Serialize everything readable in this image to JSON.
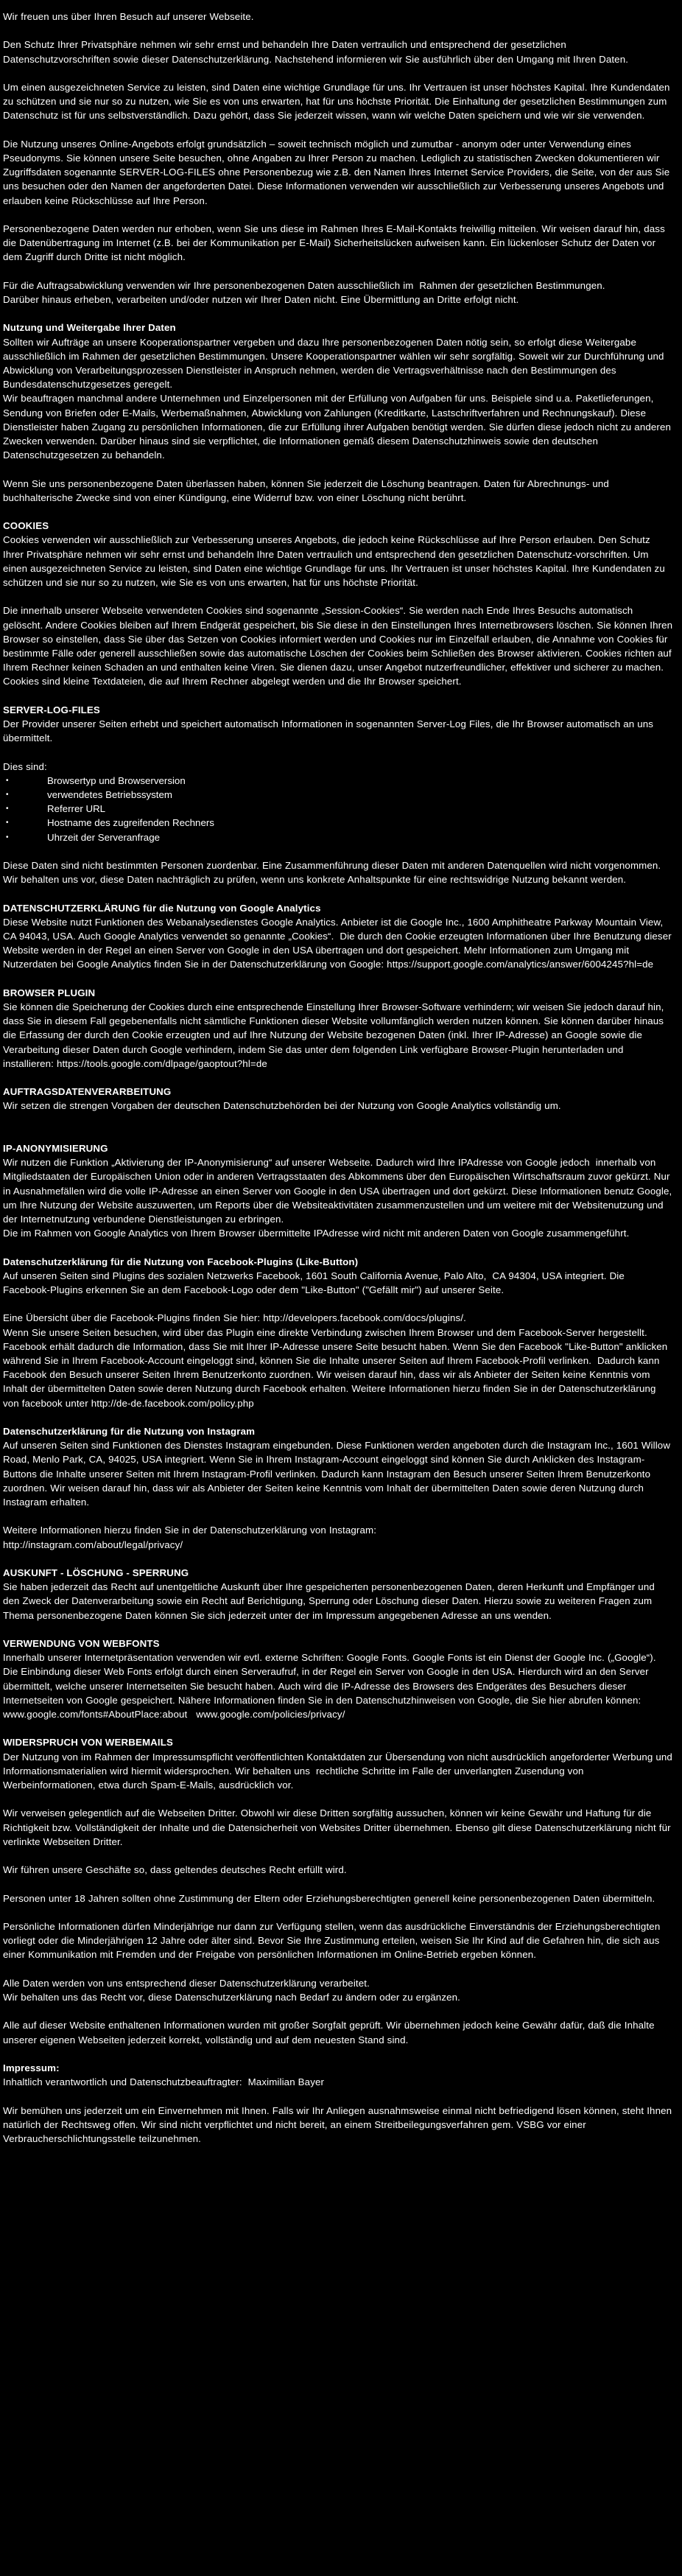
{
  "document": {
    "background_color": "#000000",
    "text_color": "#ffffff",
    "language": "de",
    "title": "Datenschutzerklärung"
  },
  "blocks": [
    {
      "type": "para",
      "name": "intro-welcome",
      "text": "Wir freuen uns über Ihren Besuch auf unserer Webseite."
    },
    {
      "type": "spacer",
      "name": "spacer"
    },
    {
      "type": "para",
      "name": "privacy-intro",
      "text": "Den Schutz Ihrer Privatsphäre nehmen wir sehr ernst und behandeln Ihre Daten vertraulich und entsprechend der gesetzlichen Datenschutzvorschriften sowie dieser Datenschutzerklärung. Nachstehend informieren wir Sie ausführlich über den Umgang mit Ihren Daten."
    },
    {
      "type": "spacer",
      "name": "spacer"
    },
    {
      "type": "para",
      "name": "service-trust",
      "text": "Um einen ausgezeichneten Service zu leisten, sind Daten eine wichtige Grundlage für uns. Ihr Vertrauen ist unser höchstes Kapital. Ihre Kundendaten zu schützen und sie nur so zu nutzen, wie Sie es von uns erwarten, hat für uns höchste Priorität. Die Einhaltung der gesetzlichen Bestimmungen zum Datenschutz ist für uns selbstverständlich. Dazu gehört, dass Sie jederzeit wissen, wann wir welche Daten speichern und wie wir sie verwenden."
    },
    {
      "type": "spacer",
      "name": "spacer"
    },
    {
      "type": "para",
      "name": "anonymous-usage",
      "text": "Die Nutzung unseres Online-Angebots erfolgt grundsätzlich – soweit technisch möglich und zumutbar - anonym oder unter Verwendung eines Pseudonyms. Sie können unsere Seite besuchen, ohne Angaben zu Ihrer Person zu machen. Lediglich zu statistischen Zwecken dokumentieren wir Zugriffsdaten sogenannte SERVER-LOG-FILES ohne Personenbezug wie z.B. den Namen Ihres Internet Service Providers, die Seite, von der aus Sie uns besuchen oder den Namen der angeforderten Datei. Diese Informationen verwenden wir ausschließlich zur Verbesserung unseres Angebots und erlauben keine Rückschlüsse auf Ihre Person."
    },
    {
      "type": "spacer",
      "name": "spacer"
    },
    {
      "type": "para",
      "name": "personal-data-collection",
      "text": "Personenbezogene Daten werden nur erhoben, wenn Sie uns diese im Rahmen Ihres E-Mail-Kontakts freiwillig mitteilen. Wir weisen darauf hin, dass die Datenübertragung im Internet (z.B. bei der Kommunikation per E-Mail) Sicherheitslücken aufweisen kann. Ein lückenloser Schutz der Daten vor dem Zugriff durch Dritte ist nicht möglich."
    },
    {
      "type": "spacer",
      "name": "spacer"
    },
    {
      "type": "para",
      "name": "order-processing",
      "text": "Für die Auftragsabwicklung verwenden wir Ihre personenbezogenen Daten ausschließlich im  Rahmen der gesetzlichen Bestimmungen.\nDarüber hinaus erheben, verarbeiten und/oder nutzen wir Ihrer Daten nicht. Eine Übermittlung an Dritte erfolgt nicht."
    },
    {
      "type": "spacer",
      "name": "spacer"
    },
    {
      "type": "heading",
      "name": "heading-nutzung-weitergabe",
      "text": "Nutzung und Weitergabe Ihrer Daten"
    },
    {
      "type": "para",
      "name": "cooperation-partners",
      "text": "Sollten wir Aufträge an unsere Kooperationspartner vergeben und dazu Ihre personenbezogenen Daten nötig sein, so erfolgt diese Weitergabe ausschließlich im Rahmen der gesetzlichen Bestimmungen. Unsere Kooperationspartner wählen wir sehr sorgfältig. Soweit wir zur Durchführung und Abwicklung von Verarbeitungsprozessen Dienstleister in Anspruch nehmen, werden die Vertragsverhältnisse nach den Bestimmungen des Bundesdatenschutzgesetzes geregelt.\nWir beauftragen manchmal andere Unternehmen und Einzelpersonen mit der Erfüllung von Aufgaben für uns. Beispiele sind u.a. Paketlieferungen, Sendung von Briefen oder E-Mails, Werbemaßnahmen, Abwicklung von Zahlungen (Kreditkarte, Lastschriftverfahren und Rechnungskauf). Diese Dienstleister haben Zugang zu persönlichen Informationen, die zur Erfüllung ihrer Aufgaben benötigt werden. Sie dürfen diese jedoch nicht zu anderen Zwecken verwenden. Darüber hinaus sind sie verpflichtet, die Informationen gemäß diesem Datenschutzhinweis sowie den deutschen Datenschutzgesetzen zu behandeln."
    },
    {
      "type": "spacer",
      "name": "spacer"
    },
    {
      "type": "para",
      "name": "data-deletion-request",
      "text": "Wenn Sie uns personenbezogene Daten überlassen haben, können Sie jederzeit die Löschung beantragen. Daten für Abrechnungs- und buchhalterische Zwecke sind von einer Kündigung, eine Widerruf bzw. von einer Löschung nicht berührt."
    },
    {
      "type": "spacer",
      "name": "spacer"
    },
    {
      "type": "heading",
      "name": "heading-cookies",
      "text": "COOKIES"
    },
    {
      "type": "para",
      "name": "cookies-intro",
      "text": "Cookies verwenden wir ausschließlich zur Verbesserung unseres Angebots, die jedoch keine Rückschlüsse auf Ihre Person erlauben. Den Schutz Ihrer Privatsphäre nehmen wir sehr ernst und behandeln Ihre Daten vertraulich und entsprechend den gesetzlichen Datenschutz-vorschriften. Um einen ausgezeichneten Service zu leisten, sind Daten eine wichtige Grundlage für uns. Ihr Vertrauen ist unser höchstes Kapital. Ihre Kundendaten zu schützen und sie nur so zu nutzen, wie Sie es von uns erwarten, hat für uns höchste Priorität."
    },
    {
      "type": "spacer",
      "name": "spacer"
    },
    {
      "type": "para",
      "name": "session-cookies",
      "text": "Die innerhalb unserer Webseite verwendeten Cookies sind sogenannte „Session-Cookies“. Sie werden nach Ende Ihres Besuchs automatisch gelöscht. Andere Cookies bleiben auf Ihrem Endgerät gespeichert, bis Sie diese in den Einstellungen Ihres Internetbrowsers löschen. Sie können Ihren Browser so einstellen, dass Sie über das Setzen von Cookies informiert werden und Cookies nur im Einzelfall erlauben, die Annahme von Cookies für bestimmte Fälle oder generell ausschließen sowie das automatische Löschen der Cookies beim Schließen des Browser aktivieren. Cookies richten auf Ihrem Rechner keinen Schaden an und enthalten keine Viren. Sie dienen dazu, unser Angebot nutzerfreundlicher, effektiver und sicherer zu machen. Cookies sind kleine Textdateien, die auf Ihrem Rechner abgelegt werden und die Ihr Browser speichert."
    },
    {
      "type": "spacer",
      "name": "spacer"
    },
    {
      "type": "heading",
      "name": "heading-server-log-files",
      "text": "SERVER-LOG-FILES"
    },
    {
      "type": "para",
      "name": "server-log-intro",
      "text": "Der Provider unserer Seiten erhebt und speichert automatisch Informationen in sogenannten Server-Log Files, die Ihr Browser automatisch an uns übermittelt."
    },
    {
      "type": "spacer",
      "name": "spacer"
    },
    {
      "type": "para",
      "name": "dies-sind-label",
      "text": "Dies sind:"
    },
    {
      "type": "bullets",
      "name": "server-log-list",
      "items": [
        "Browsertyp und Browserversion",
        "verwendetes Betriebssystem",
        "Referrer URL",
        "Hostname des zugreifenden Rechners",
        "Uhrzeit der Serveranfrage"
      ]
    },
    {
      "type": "spacer",
      "name": "spacer"
    },
    {
      "type": "para",
      "name": "log-data-not-personal",
      "text": "Diese Daten sind nicht bestimmten Personen zuordenbar. Eine Zusammenführung dieser Daten mit anderen Datenquellen wird nicht vorgenommen.\nWir behalten uns vor, diese Daten nachträglich zu prüfen, wenn uns konkrete Anhaltspunkte für eine rechtswidrige Nutzung bekannt werden."
    },
    {
      "type": "spacer",
      "name": "spacer"
    },
    {
      "type": "heading",
      "name": "heading-google-analytics",
      "text": "DATENSCHUTZERKLÄRUNG für die Nutzung von Google Analytics"
    },
    {
      "type": "para",
      "name": "google-analytics-body",
      "text": "Diese Website nutzt Funktionen des Webanalysedienstes Google Analytics. Anbieter ist die Google Inc., 1600 Amphitheatre Parkway Mountain View, CA 94043, USA. Auch Google Analytics verwendet so genannte „Cookies“.  Die durch den Cookie erzeugten Informationen über Ihre Benutzung dieser Website werden in der Regel an einen Server von Google in den USA übertragen und dort gespeichert. Mehr Informationen zum Umgang mit Nutzerdaten bei Google Analytics finden Sie in der Datenschutzerklärung von Google: https://support.google.com/analytics/answer/6004245?hl=de"
    },
    {
      "type": "spacer",
      "name": "spacer"
    },
    {
      "type": "heading",
      "name": "heading-browser-plugin",
      "text": "BROWSER PLUGIN"
    },
    {
      "type": "para",
      "name": "browser-plugin-body",
      "text": "Sie können die Speicherung der Cookies durch eine entsprechende Einstellung Ihrer Browser-Software verhindern; wir weisen Sie jedoch darauf hin, dass Sie in diesem Fall gegebenenfalls nicht sämtliche Funktionen dieser Website vollumfänglich werden nutzen können. Sie können darüber hinaus die Erfassung der durch den Cookie erzeugten und auf Ihre Nutzung der Website bezogenen Daten (inkl. Ihrer IP-Adresse) an Google sowie die Verarbeitung dieser Daten durch Google verhindern, indem Sie das unter dem folgenden Link verfügbare Browser-Plugin herunterladen und installieren: https://tools.google.com/dlpage/gaoptout?hl=de"
    },
    {
      "type": "spacer",
      "name": "spacer"
    },
    {
      "type": "heading",
      "name": "heading-auftragsdatenverarbeitung",
      "text": "AUFTRAGSDATENVERARBEITUNG"
    },
    {
      "type": "para",
      "name": "auftragsdatenverarbeitung-body",
      "text": "Wir setzen die strengen Vorgaben der deutschen Datenschutzbehörden bei der Nutzung von Google Analytics vollständig um."
    },
    {
      "type": "spacer",
      "name": "spacer"
    },
    {
      "type": "spacer",
      "name": "spacer"
    },
    {
      "type": "heading",
      "name": "heading-ip-anonymisierung",
      "text": "IP-ANONYMISIERUNG"
    },
    {
      "type": "para",
      "name": "ip-anonymisierung-body",
      "text": "Wir nutzen die Funktion „Aktivierung der IP-Anonymisierung“ auf unserer Webseite. Dadurch wird Ihre IPAdresse von Google jedoch  innerhalb von Mitgliedstaaten der Europäischen Union oder in anderen Vertragsstaaten des Abkommens über den Europäischen Wirtschaftsraum zuvor gekürzt. Nur in Ausnahmefällen wird die volle IP-Adresse an einen Server von Google in den USA übertragen und dort gekürzt. Diese Informationen benutz Google, um Ihre Nutzung der Website auszuwerten, um Reports über die Websiteaktivitäten zusammenzustellen und um weitere mit der Websitenutzung und der Internetnutzung verbundene Dienstleistungen zu erbringen.\nDie im Rahmen von Google Analytics von Ihrem Browser übermittelte IPAdresse wird nicht mit anderen Daten von Google zusammengeführt."
    },
    {
      "type": "spacer",
      "name": "spacer"
    },
    {
      "type": "heading",
      "name": "heading-facebook-plugins",
      "text": "Datenschutzerklärung für die Nutzung von Facebook-Plugins  (Like-Button)"
    },
    {
      "type": "para",
      "name": "facebook-plugins-body-1",
      "text": "Auf unseren Seiten sind Plugins des sozialen Netzwerks Facebook, 1601 South California Avenue, Palo Alto,  CA 94304, USA integriert. Die Facebook-Plugins erkennen Sie an dem Facebook-Logo oder dem \"Like-Button\" (\"Gefällt mir\") auf unserer Seite."
    },
    {
      "type": "spacer",
      "name": "spacer"
    },
    {
      "type": "para",
      "name": "facebook-plugins-body-2",
      "text": "Eine Übersicht über die Facebook-Plugins finden Sie hier: http://developers.facebook.com/docs/plugins/.\nWenn Sie unsere Seiten besuchen, wird über das Plugin eine direkte Verbindung zwischen Ihrem Browser und dem Facebook-Server hergestellt.  Facebook erhält dadurch die Information, dass Sie mit Ihrer IP-Adresse unsere Seite besucht haben. Wenn Sie den Facebook \"Like-Button\" anklicken während Sie in Ihrem Facebook-Account eingeloggt sind, können Sie die Inhalte unserer Seiten auf Ihrem Facebook-Profil verlinken.  Dadurch kann Facebook den Besuch unserer Seiten Ihrem Benutzerkonto zuordnen. Wir weisen darauf hin, dass wir als Anbieter der Seiten keine Kenntnis vom Inhalt der übermittelten Daten sowie deren Nutzung durch Facebook erhalten. Weitere Informationen hierzu finden Sie in der Datenschutzerklärung von facebook unter http://de-de.facebook.com/policy.php"
    },
    {
      "type": "spacer",
      "name": "spacer"
    },
    {
      "type": "heading",
      "name": "heading-instagram",
      "text": "Datenschutzerklärung für die Nutzung von Instagram"
    },
    {
      "type": "para",
      "name": "instagram-body",
      "text": "Auf unseren Seiten sind Funktionen des Dienstes Instagram eingebunden. Diese Funktionen werden angeboten durch die Instagram Inc., 1601 Willow Road, Menlo Park, CA, 94025, USA integriert. Wenn Sie in Ihrem Instagram-Account eingeloggt sind können Sie durch Anklicken des Instagram-Buttons die Inhalte unserer Seiten mit Ihrem Instagram-Profil verlinken. Dadurch kann Instagram den Besuch unserer Seiten Ihrem Benutzerkonto zuordnen. Wir weisen darauf hin, dass wir als Anbieter der Seiten keine Kenntnis vom Inhalt der übermittelten Daten sowie deren Nutzung durch Instagram erhalten."
    },
    {
      "type": "spacer",
      "name": "spacer"
    },
    {
      "type": "para",
      "name": "instagram-link",
      "text": "Weitere Informationen hierzu finden Sie in der Datenschutzerklärung von Instagram:\nhttp://instagram.com/about/legal/privacy/"
    },
    {
      "type": "spacer",
      "name": "spacer"
    },
    {
      "type": "heading",
      "name": "heading-auskunft-loeschung-sperrung",
      "text": "AUSKUNFT - LÖSCHUNG - SPERRUNG"
    },
    {
      "type": "para",
      "name": "auskunft-body",
      "text": "Sie haben jederzeit das Recht auf unentgeltliche Auskunft über Ihre gespeicherten personenbezogenen Daten, deren Herkunft und Empfänger und den Zweck der Datenverarbeitung sowie ein Recht auf Berichtigung, Sperrung oder Löschung dieser Daten. Hierzu sowie zu weiteren Fragen zum Thema personenbezogene Daten können Sie sich jederzeit unter der im Impressum angegebenen Adresse an uns wenden."
    },
    {
      "type": "spacer",
      "name": "spacer"
    },
    {
      "type": "heading",
      "name": "heading-webfonts",
      "text": "VERWENDUNG VON WEBFONTS"
    },
    {
      "type": "para",
      "name": "webfonts-body",
      "text": "Innerhalb unserer Internetpräsentation verwenden wir evtl. externe Schriften: Google Fonts. Google Fonts ist ein Dienst der Google Inc. („Google“). Die Einbindung dieser Web Fonts erfolgt durch einen Serveraufruf, in der Regel ein Server von Google in den USA. Hierdurch wird an den Server übermittelt, welche unserer Internetseiten Sie besucht haben. Auch wird die IP-Adresse des Browsers des Endgerätes des Besuchers dieser Internetseiten von Google gespeichert. Nähere Informationen finden Sie in den Datenschutzhinweisen von Google, die Sie hier abrufen können:\nwww.google.com/fonts#AboutPlace:about   www.google.com/policies/privacy/"
    },
    {
      "type": "spacer",
      "name": "spacer"
    },
    {
      "type": "heading",
      "name": "heading-widerspruch-werbemails",
      "text": "WIDERSPRUCH VON WERBEMAILS"
    },
    {
      "type": "para",
      "name": "widerspruch-body",
      "text": "Der Nutzung von im Rahmen der Impressumspflicht veröffentlichten Kontaktdaten zur Übersendung von nicht ausdrücklich angeforderter Werbung und Informationsmaterialien wird hiermit widersprochen. Wir behalten uns  rechtliche Schritte im Falle der unverlangten Zusendung von Werbeinformationen, etwa durch Spam-E-Mails, ausdrücklich vor."
    },
    {
      "type": "spacer",
      "name": "spacer"
    },
    {
      "type": "para",
      "name": "third-party-links",
      "text": "Wir verweisen gelegentlich auf die Webseiten Dritter. Obwohl wir diese Dritten sorgfältig aussuchen, können wir keine Gewähr und Haftung für die Richtigkeit bzw. Vollständigkeit der Inhalte und die Datensicherheit von Websites Dritter übernehmen. Ebenso gilt diese Datenschutzerklärung nicht für verlinkte Webseiten Dritter."
    },
    {
      "type": "spacer",
      "name": "spacer"
    },
    {
      "type": "para",
      "name": "german-law",
      "text": "Wir führen unsere Geschäfte so, dass geltendes deutsches Recht erfüllt wird."
    },
    {
      "type": "spacer",
      "name": "spacer"
    },
    {
      "type": "para",
      "name": "minors-under-18",
      "text": "Personen unter 18 Jahren sollten ohne Zustimmung der Eltern oder Erziehungsberechtigten generell keine personenbezogenen Daten übermitteln."
    },
    {
      "type": "spacer",
      "name": "spacer"
    },
    {
      "type": "para",
      "name": "minors-consent",
      "text": "Persönliche Informationen dürfen Minderjährige nur dann zur Verfügung stellen, wenn das ausdrückliche Einverständnis der Erziehungsberechtigten vorliegt oder die Minderjährigen 12 Jahre oder älter sind. Bevor Sie Ihre Zustimmung erteilen, weisen Sie Ihr Kind auf die Gefahren hin, die sich aus einer Kommunikation mit Fremden und der Freigabe von persönlichen Informationen im Online-Betrieb ergeben können."
    },
    {
      "type": "spacer",
      "name": "spacer"
    },
    {
      "type": "para",
      "name": "processing-and-changes",
      "text": "Alle Daten werden von uns entsprechend dieser Datenschutzerklärung verarbeitet.\nWir behalten uns das Recht vor, diese Datenschutzerklärung nach Bedarf zu ändern oder zu ergänzen."
    },
    {
      "type": "spacer",
      "name": "spacer"
    },
    {
      "type": "para",
      "name": "no-warranty",
      "text": "Alle auf dieser Website enthaltenen Informationen wurden mit großer Sorgfalt geprüft. Wir übernehmen jedoch keine Gewähr dafür, daß die Inhalte unserer eigenen Webseiten jederzeit korrekt, vollständig und auf dem neuesten Stand sind."
    },
    {
      "type": "spacer",
      "name": "spacer"
    },
    {
      "type": "heading",
      "name": "heading-impressum",
      "text": "Impressum:"
    },
    {
      "type": "para",
      "name": "impressum-body",
      "text": "Inhaltlich verantwortlich und Datenschutzbeauftragter:  Maximilian Bayer"
    },
    {
      "type": "spacer",
      "name": "spacer"
    },
    {
      "type": "para",
      "name": "dispute-resolution",
      "text": "Wir bemühen uns jederzeit um ein Einvernehmen mit Ihnen. Falls wir Ihr Anliegen ausnahmsweise einmal nicht befriedigend lösen können, steht Ihnen natürlich der Rechtsweg offen. Wir sind nicht verpflichtet und nicht bereit, an einem Streitbeilegungsverfahren gem. VSBG vor einer Verbraucherschlichtungsstelle teilzunehmen."
    }
  ]
}
